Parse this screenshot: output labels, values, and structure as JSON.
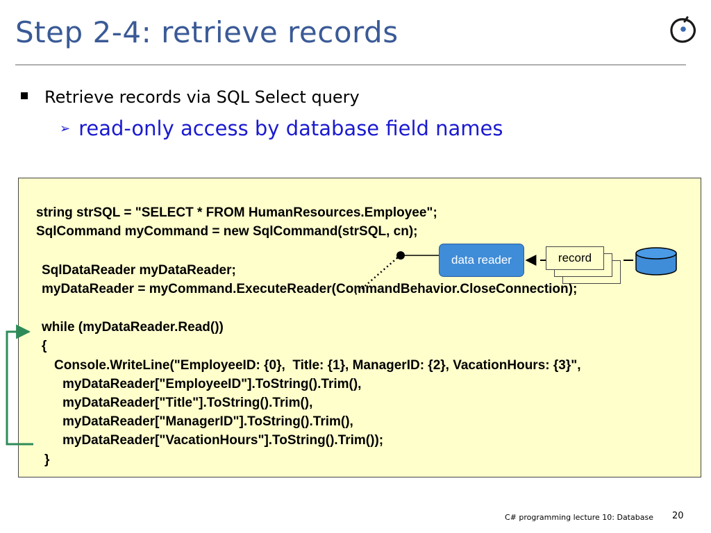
{
  "slide": {
    "title": "Step 2-4:  retrieve records",
    "bullet1": "Retrieve records via SQL Select query",
    "bullet2": "read-only access by database field names",
    "code": [
      "string strSQL = \"SELECT * FROM HumanResources.Employee\";",
      "SqlCommand myCommand = new SqlCommand(strSQL, cn);",
      "SqlDataReader myDataReader;",
      "myDataReader = myCommand.ExecuteReader(CommandBehavior.CloseConnection);",
      "while (myDataReader.Read())",
      "{",
      "Console.WriteLine(\"EmployeeID: {0},  Title: {1}, ManagerID: {2}, VacationHours: {3}\",",
      "myDataReader[\"EmployeeID\"].ToString().Trim(),",
      "myDataReader[\"Title\"].ToString().Trim(),",
      "myDataReader[\"ManagerID\"].ToString().Trim(),",
      "myDataReader[\"VacationHours\"].ToString().Trim());",
      "}"
    ],
    "diagram": {
      "data_reader_label": "data reader",
      "record_label": "record"
    },
    "footer": "C# programming lecture 10: Database",
    "page_number": "20"
  },
  "colors": {
    "title": "#3a5a96",
    "bullet2": "#1a1ad0",
    "code_background": "#ffffcc",
    "data_reader_fill": "#3f8cd8",
    "loop_arrow": "#2e8b57"
  },
  "icons": {
    "logo": "o-logo-icon",
    "bullet1": "square-bullet-icon",
    "bullet2": "arrowhead-bullet-icon",
    "database": "database-cylinder-icon"
  }
}
